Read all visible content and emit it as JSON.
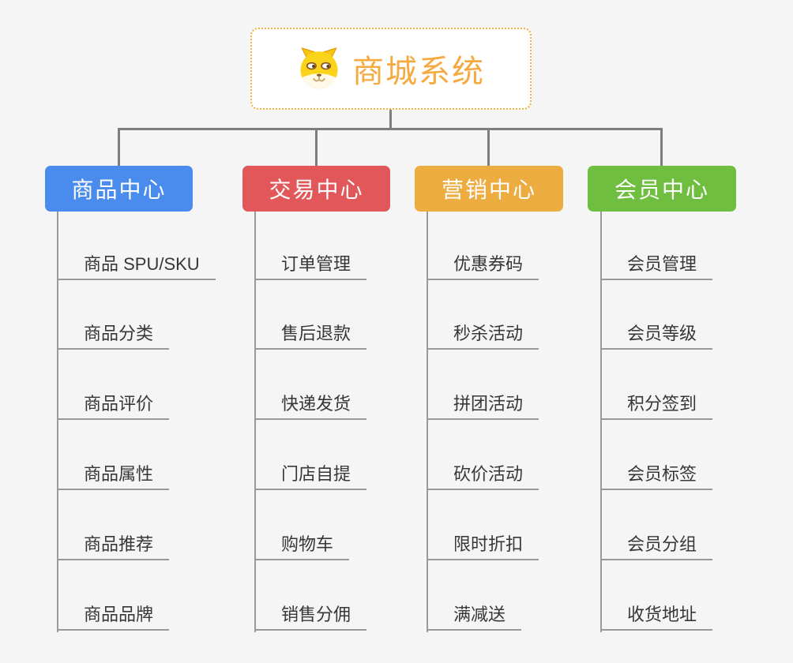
{
  "root": {
    "title": "商城系统",
    "icon": "doge-icon",
    "accent_color": "#F5A93F",
    "border_color": "#F2B03C"
  },
  "connector_color": "#7E7E7E",
  "branches": [
    {
      "id": "product-center",
      "label": "商品中心",
      "color": "#4A8CEE",
      "items": [
        "商品 SPU/SKU",
        "商品分类",
        "商品评价",
        "商品属性",
        "商品推荐",
        "商品品牌"
      ]
    },
    {
      "id": "trade-center",
      "label": "交易中心",
      "color": "#E2585A",
      "items": [
        "订单管理",
        "售后退款",
        "快递发货",
        "门店自提",
        "购物车",
        "销售分佣"
      ]
    },
    {
      "id": "marketing-center",
      "label": "营销中心",
      "color": "#EDAC40",
      "items": [
        "优惠券码",
        "秒杀活动",
        "拼团活动",
        "砍价活动",
        "限时折扣",
        "满减送"
      ]
    },
    {
      "id": "member-center",
      "label": "会员中心",
      "color": "#6FBE40",
      "items": [
        "会员管理",
        "会员等级",
        "积分签到",
        "会员标签",
        "会员分组",
        "收货地址"
      ]
    }
  ]
}
